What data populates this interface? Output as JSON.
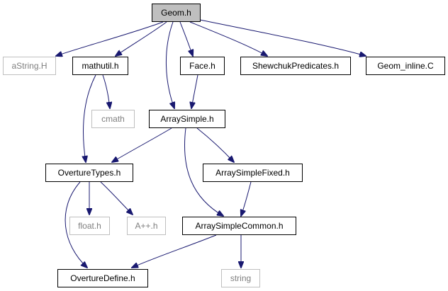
{
  "graph": {
    "nodes": [
      {
        "id": "geom",
        "label": "Geom.h",
        "style": "root"
      },
      {
        "id": "astring",
        "label": "aString.H",
        "style": "missing"
      },
      {
        "id": "mathutil",
        "label": "mathutil.h",
        "style": "normal"
      },
      {
        "id": "face",
        "label": "Face.h",
        "style": "normal"
      },
      {
        "id": "shewchuk",
        "label": "ShewchukPredicates.h",
        "style": "normal"
      },
      {
        "id": "geominline",
        "label": "Geom_inline.C",
        "style": "normal"
      },
      {
        "id": "cmath",
        "label": "cmath",
        "style": "missing"
      },
      {
        "id": "arraysimple",
        "label": "ArraySimple.h",
        "style": "normal"
      },
      {
        "id": "overturetypes",
        "label": "OvertureTypes.h",
        "style": "normal"
      },
      {
        "id": "arraysimplefixed",
        "label": "ArraySimpleFixed.h",
        "style": "normal"
      },
      {
        "id": "float",
        "label": "float.h",
        "style": "missing"
      },
      {
        "id": "app",
        "label": "A++.h",
        "style": "missing"
      },
      {
        "id": "arraysimplecommon",
        "label": "ArraySimpleCommon.h",
        "style": "normal"
      },
      {
        "id": "overturedefine",
        "label": "OvertureDefine.h",
        "style": "normal"
      },
      {
        "id": "string",
        "label": "string",
        "style": "missing"
      }
    ],
    "edges": [
      {
        "from": "geom",
        "to": "astring"
      },
      {
        "from": "geom",
        "to": "mathutil"
      },
      {
        "from": "geom",
        "to": "face"
      },
      {
        "from": "geom",
        "to": "shewchuk"
      },
      {
        "from": "geom",
        "to": "geominline"
      },
      {
        "from": "geom",
        "to": "arraysimple"
      },
      {
        "from": "mathutil",
        "to": "cmath"
      },
      {
        "from": "mathutil",
        "to": "overturetypes"
      },
      {
        "from": "face",
        "to": "arraysimple"
      },
      {
        "from": "arraysimple",
        "to": "overturetypes"
      },
      {
        "from": "arraysimple",
        "to": "arraysimplefixed"
      },
      {
        "from": "arraysimple",
        "to": "arraysimplecommon"
      },
      {
        "from": "overturetypes",
        "to": "float"
      },
      {
        "from": "overturetypes",
        "to": "app"
      },
      {
        "from": "overturetypes",
        "to": "overturedefine"
      },
      {
        "from": "arraysimplefixed",
        "to": "arraysimplecommon"
      },
      {
        "from": "arraysimplecommon",
        "to": "overturedefine"
      },
      {
        "from": "arraysimplecommon",
        "to": "string"
      }
    ],
    "colors": {
      "edge": "#191970",
      "root_fill": "#bfbfbf",
      "node_border": "#000000",
      "missing_border": "#bfbfbf",
      "missing_text": "#7f7f7f"
    }
  }
}
